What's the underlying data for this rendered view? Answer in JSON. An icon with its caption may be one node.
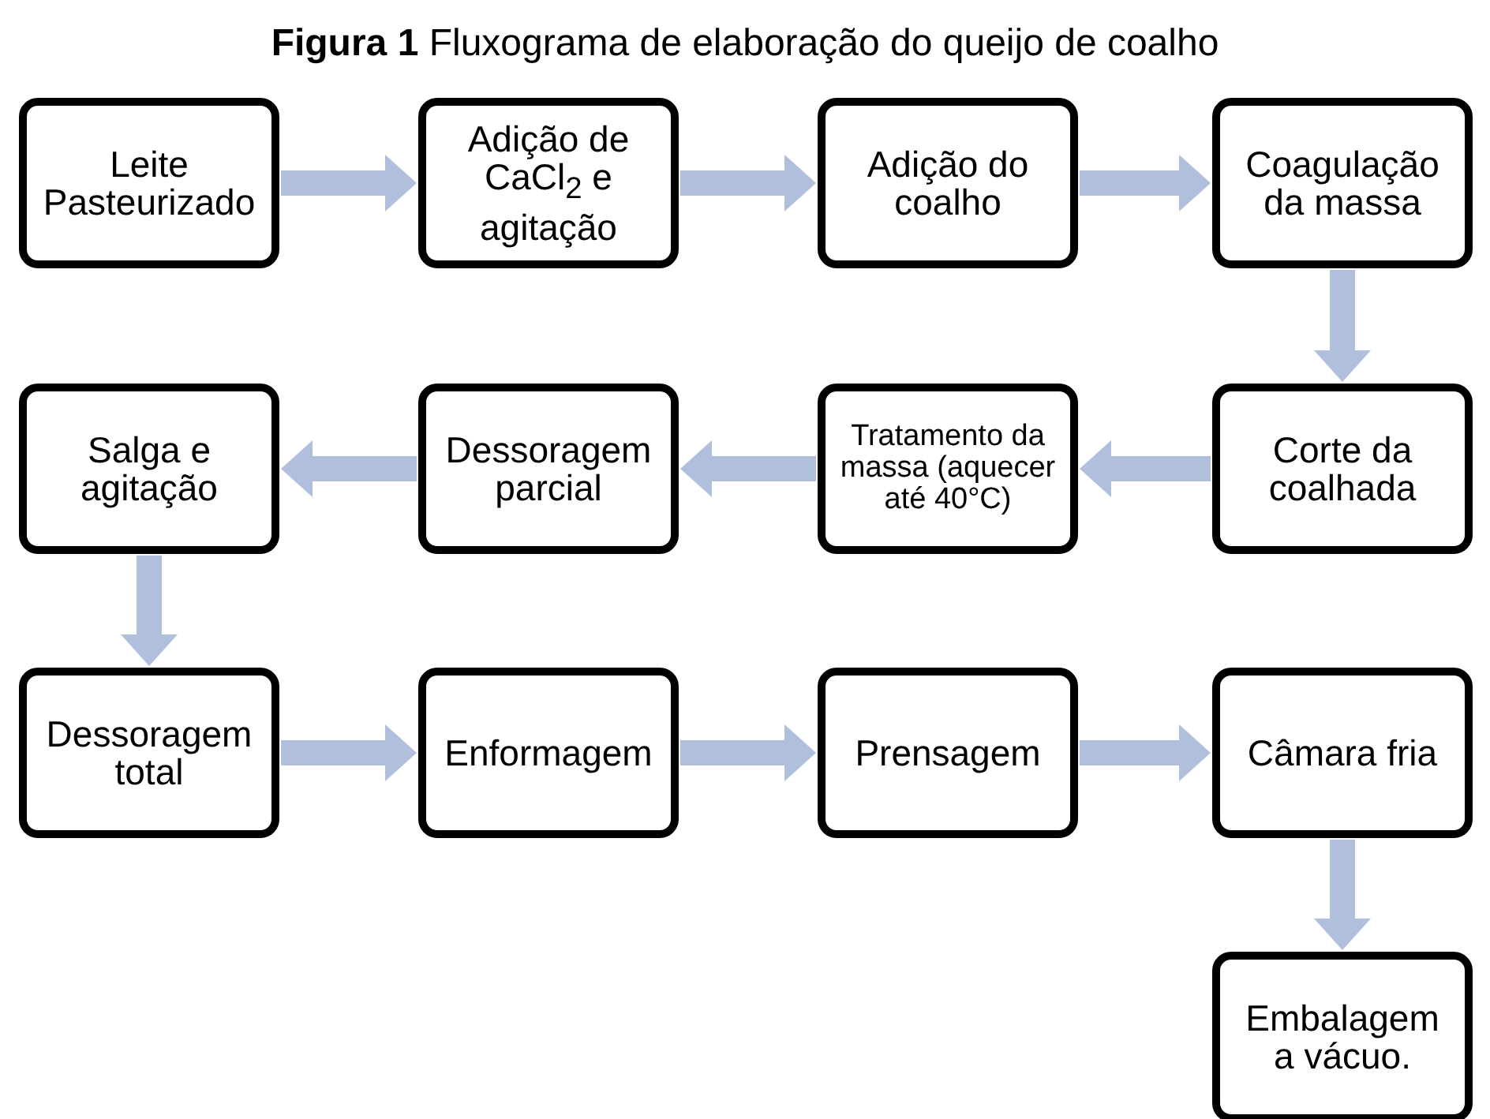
{
  "diagram": {
    "title": "**Figura 1** Fluxograma de elaboração do queijo de coalho",
    "nodes": [
      {
        "text": [
          "Leite Pasteurizado"
        ]
      },
      {
        "text": [
          "Adição de CaCl$_{2}$ e agitação"
        ]
      },
      {
        "text": [
          "Adição do coalho"
        ]
      },
      {
        "text": [
          "Coagulação da massa"
        ]
      },
      {
        "text": [
          "Salga e agitação"
        ]
      },
      {
        "text": [
          "Dessoragem parcial"
        ]
      },
      {
        "text": [
          "Tratamento da massa (aquecer até 40°C)"
        ]
      },
      {
        "text": [
          "Corte da coalhada"
        ]
      },
      {
        "text": [
          "Dessoragem total"
        ]
      },
      {
        "text": [
          "Enformagem"
        ]
      },
      {
        "text": [
          "Prensagem"
        ]
      },
      {
        "text": [
          "Câmara fria"
        ]
      },
      {
        "text": [
          "Embalagem a vácuo."
        ]
      }
    ],
    "edges": [
      {
        "from": 0,
        "to": 1,
        "arrow": "to"
      },
      {
        "from": 1,
        "to": 2,
        "arrow": "to"
      },
      {
        "from": 2,
        "to": 3,
        "arrow": "to"
      },
      {
        "from": 3,
        "to": 7,
        "arrow": "to"
      },
      {
        "from": 7,
        "to": 6,
        "arrow": "to"
      },
      {
        "from": 6,
        "to": 5,
        "arrow": "to"
      },
      {
        "from": 5,
        "to": 4,
        "arrow": "to"
      },
      {
        "from": 4,
        "to": 8,
        "arrow": "to"
      },
      {
        "from": 8,
        "to": 9,
        "arrow": "to"
      },
      {
        "from": 9,
        "to": 10,
        "arrow": "to"
      },
      {
        "from": 10,
        "to": 11,
        "arrow": "to"
      },
      {
        "from": 11,
        "to": 12,
        "arrow": "to"
      }
    ]
  }
}
